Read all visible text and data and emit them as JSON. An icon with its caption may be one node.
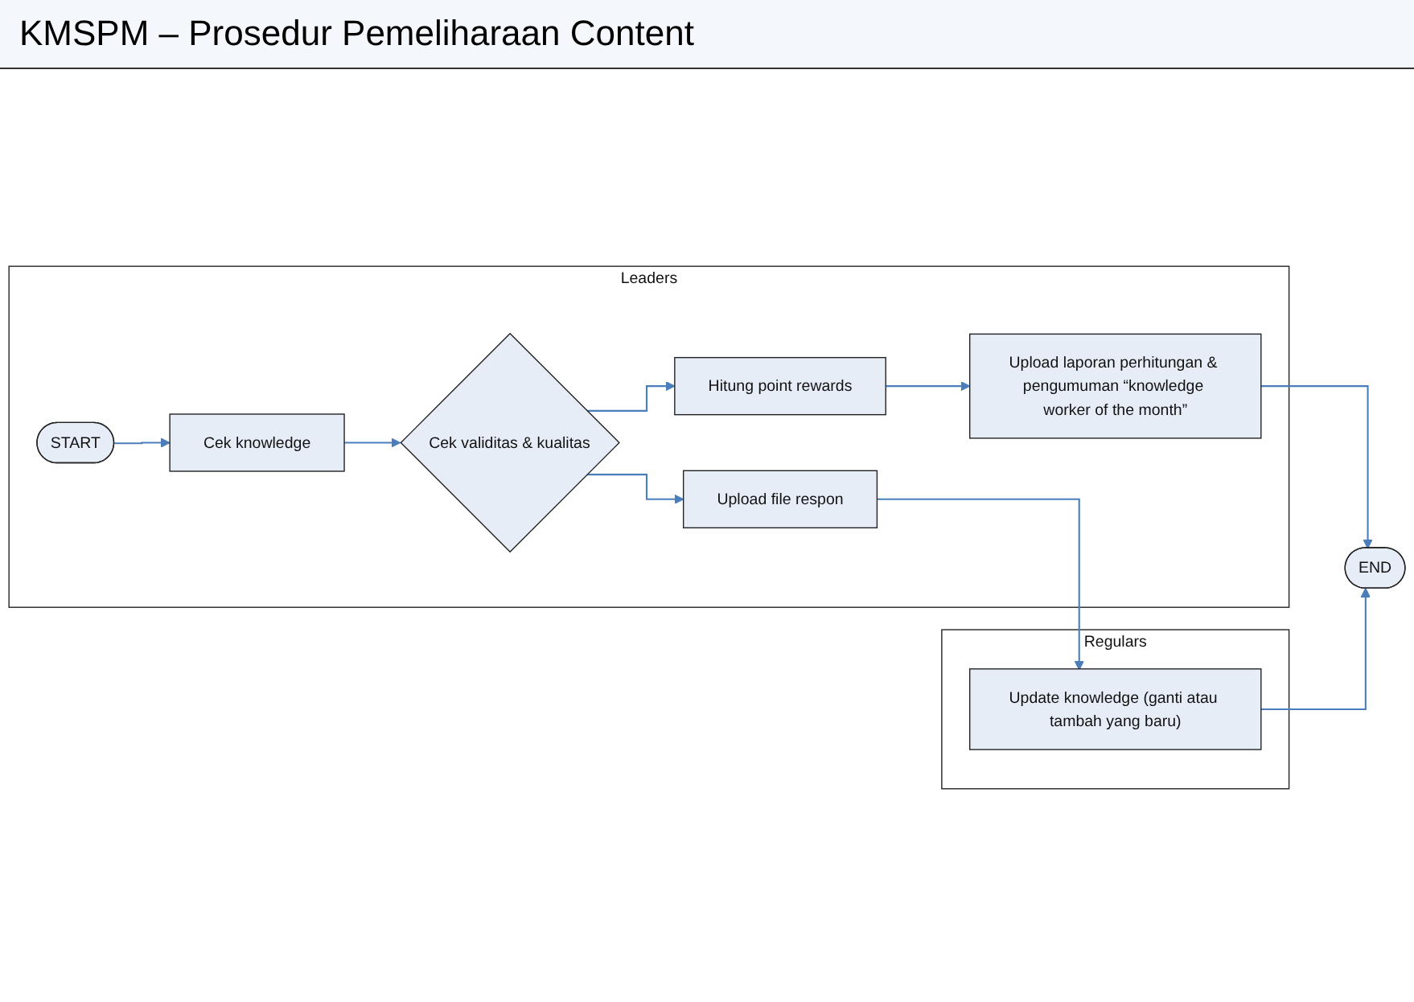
{
  "diagram": {
    "title": "KMSPM – Prosedur Pemeliharaan Content",
    "nodes": [
      {
        "text": [
          "Leaders"
        ]
      },
      {
        "text": [
          "START"
        ],
        "in": 0
      },
      {
        "text": [
          "Cek knowledge"
        ],
        "in": 0
      },
      {
        "text": [
          "Cek validitas & kualitas"
        ],
        "in": 0
      },
      {
        "text": [
          "Hitung point rewards"
        ],
        "in": 0
      },
      {
        "text": [
          "Upload file respon"
        ],
        "in": 0
      },
      {
        "text": [
          "Upload laporan perhitungan & pengumuman “knowledge worker of the month”"
        ],
        "in": 0
      },
      {
        "text": [
          "END"
        ]
      },
      {
        "text": [
          "Regulars"
        ]
      },
      {
        "text": [
          "Update knowledge (ganti atau tambah yang baru)"
        ],
        "in": 8
      }
    ],
    "edges": [
      {
        "from": 1,
        "to": 2,
        "arrow": "to"
      },
      {
        "from": 2,
        "to": 3,
        "arrow": "to"
      },
      {
        "from": 3,
        "to": 4,
        "arrow": "to"
      },
      {
        "from": 3,
        "to": 5,
        "arrow": "to"
      },
      {
        "from": 4,
        "to": 6,
        "arrow": "to"
      },
      {
        "from": 6,
        "to": 7,
        "arrow": "to"
      },
      {
        "from": 5,
        "to": 9,
        "arrow": "to"
      },
      {
        "from": 9,
        "to": 7,
        "arrow": "to"
      }
    ]
  }
}
